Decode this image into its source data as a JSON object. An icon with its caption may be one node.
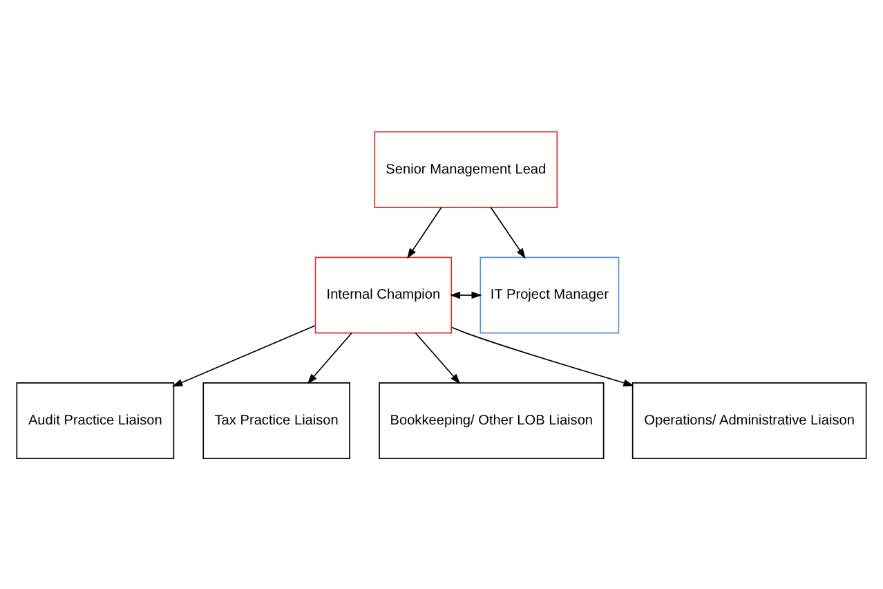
{
  "diagram": {
    "nodes": [
      {
        "text": [
          "Senior Management Lead"
        ]
      },
      {
        "text": [
          "Internal Champion"
        ]
      },
      {
        "text": [
          "IT Project Manager"
        ]
      },
      {
        "text": [
          "Audit Practice Liaison"
        ]
      },
      {
        "text": [
          "Tax Practice Liaison"
        ]
      },
      {
        "text": [
          "Bookkeeping/ Other LOB Liaison"
        ]
      },
      {
        "text": [
          "Operations/ Administrative Liaison"
        ]
      }
    ],
    "edges": [
      {
        "from": 0,
        "to": 1,
        "arrow": "to"
      },
      {
        "from": 0,
        "to": 2,
        "arrow": "to"
      },
      {
        "from": 1,
        "to": 2,
        "arrow": "both"
      },
      {
        "from": 1,
        "to": 3,
        "arrow": "to"
      },
      {
        "from": 1,
        "to": 4,
        "arrow": "to"
      },
      {
        "from": 1,
        "to": 5,
        "arrow": "to"
      },
      {
        "from": 1,
        "to": 6,
        "arrow": "to"
      }
    ]
  }
}
